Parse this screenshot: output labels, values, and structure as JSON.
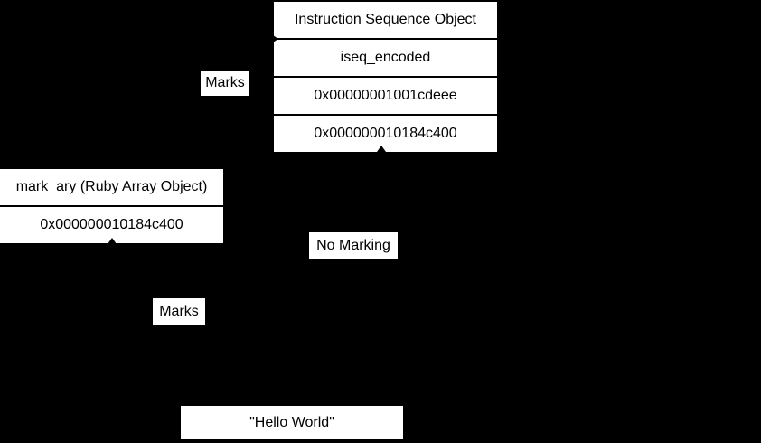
{
  "colors": {
    "background": "#000000",
    "box_background": "#ffffff",
    "text": "#000000"
  },
  "iseq_table": {
    "rows": [
      "Instruction Sequence Object",
      "iseq_encoded",
      "0x00000001001cdeee",
      "0x000000010184c400"
    ]
  },
  "mark_ary_table": {
    "rows": [
      "mark_ary (Ruby Array Object)",
      "0x000000010184c400"
    ]
  },
  "labels": {
    "marks_top": "Marks",
    "no_marking": "No Marking",
    "marks_bottom": "Marks"
  },
  "string_object": {
    "value": "\"Hello World\""
  }
}
